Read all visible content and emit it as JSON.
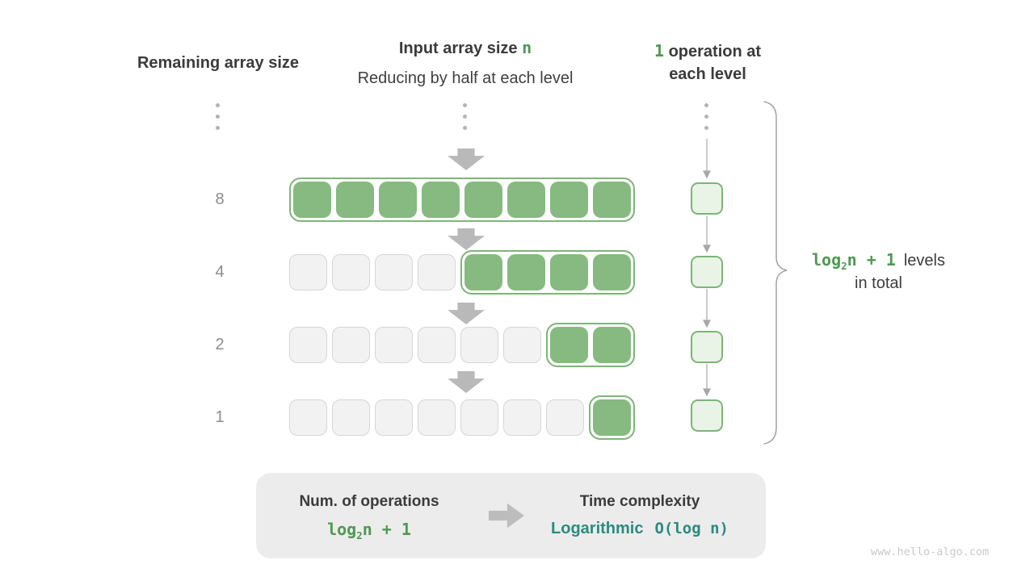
{
  "colors": {
    "active_cell_green": "#86ba80",
    "group_border_green": "#7db578",
    "op_square_fill": "#e9f3e6",
    "op_square_border": "#7cb577",
    "inactive_cell_fill": "#f2f2f2",
    "inactive_cell_border": "#d6d6d6",
    "arrow_gray": "#b9b9b9",
    "text_dark": "#3b3b3b",
    "text_green": "#4d9a50",
    "text_teal": "#2c8a80",
    "row_label_gray": "#8c8c8c",
    "summary_box_bg": "#ececec"
  },
  "headers": {
    "left": "Remaining array size",
    "center": {
      "bold": "Input array size ",
      "code": "n",
      "sub": "Reducing by half at each level"
    },
    "right": {
      "code": "1",
      "line1_rest": " operation at",
      "line2": "each level"
    }
  },
  "diagram": {
    "rows": [
      {
        "label": "8",
        "inactive": 0,
        "active": 8
      },
      {
        "label": "4",
        "inactive": 4,
        "active": 4
      },
      {
        "label": "2",
        "inactive": 6,
        "active": 2
      },
      {
        "label": "1",
        "inactive": 7,
        "active": 1
      }
    ],
    "operations_per_level": 1
  },
  "brace_note": {
    "code_log": "log",
    "code_sub": "2",
    "code_rest": "n + 1",
    "line1_rest": "levels",
    "line2": "in total"
  },
  "summary": {
    "ops_title": "Num. of operations",
    "ops_code_log": "log",
    "ops_code_sub": "2",
    "ops_code_rest": "n + 1",
    "tc_title": "Time complexity",
    "tc_word": "Logarithmic",
    "tc_code": "O(log n)"
  },
  "watermark": "www.hello-algo.com"
}
